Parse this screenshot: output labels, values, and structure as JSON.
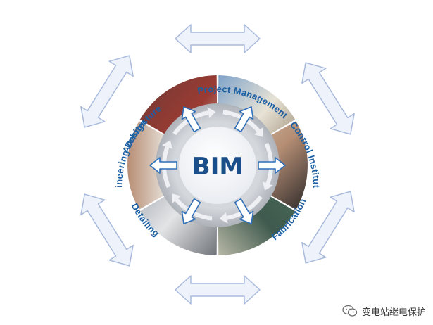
{
  "diagram": {
    "center": {
      "label": "BIM"
    },
    "segments": [
      {
        "id": "architecture",
        "label": "Architecture"
      },
      {
        "id": "project-management",
        "label": "Project Management"
      },
      {
        "id": "control-institution",
        "label": "Control Institution"
      },
      {
        "id": "fabrication",
        "label": "Fabrication"
      },
      {
        "id": "detailing",
        "label": "Detailing"
      },
      {
        "id": "engineering-design",
        "label": "Engineering Design"
      }
    ]
  },
  "watermark": {
    "text": "变电站继电保护",
    "icon": "wechat-icon"
  },
  "colors": {
    "label": "#1b5fa3",
    "center_text": "#1a4f8a",
    "outer_arrow_fill": "#eef2fa",
    "outer_arrow_stroke": "#a9badc",
    "inner_arrow": "#2f6fb8",
    "ring": "#c9ccd2"
  }
}
